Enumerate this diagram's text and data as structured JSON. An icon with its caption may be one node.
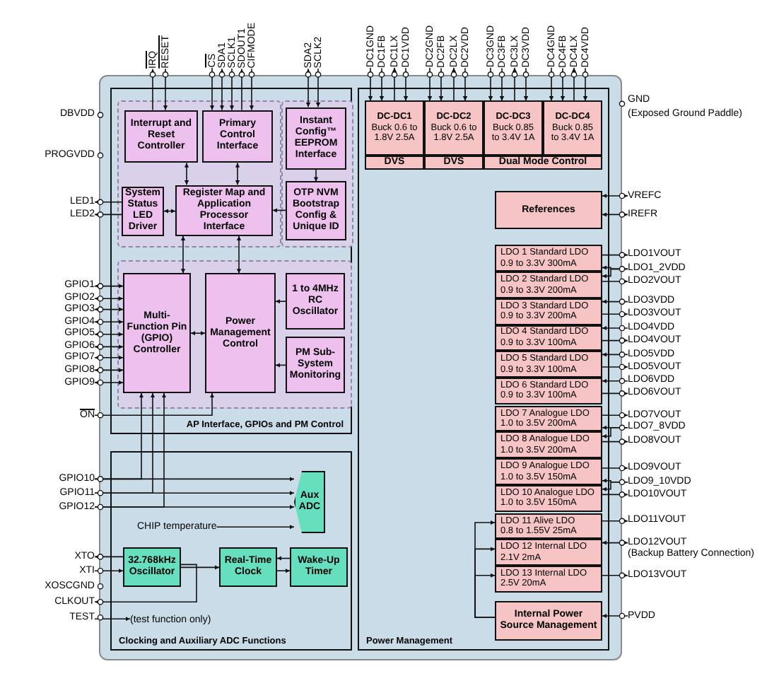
{
  "diagram": {
    "nodes": [
      {
        "text": [],
        "shape": "box"
      },
      {
        "text": [
          "AP Interface, GPIOs and PM Control"
        ],
        "in": 0
      },
      {
        "text": [
          "Interrupt and Reset Controller"
        ],
        "in": 1
      },
      {
        "text": [
          "Primary Control Interface"
        ],
        "in": 1
      },
      {
        "text": [
          "Instant Config™ EEPROM Interface"
        ],
        "in": 1
      },
      {
        "text": [
          "System Status LED Driver"
        ],
        "in": 1
      },
      {
        "text": [
          "Register Map and Application Processor Interface"
        ],
        "in": 1
      },
      {
        "text": [
          "OTP NVM Bootstrap Config & Unique ID"
        ],
        "in": 1
      },
      {
        "text": [
          "Multi-Function Pin (GPIO) Controller"
        ],
        "in": 1
      },
      {
        "text": [
          "Power Management Control"
        ],
        "in": 1
      },
      {
        "text": [
          "1 to 4MHz RC Oscillator"
        ],
        "in": 1
      },
      {
        "text": [
          "PM Sub-System Monitoring"
        ],
        "in": 1
      },
      {
        "text": [
          "Clocking and Auxiliary ADC Functions"
        ],
        "in": 0
      },
      {
        "text": [
          "Aux ADC"
        ],
        "in": 12
      },
      {
        "text": [
          "32.768kHz Oscillator"
        ],
        "in": 12
      },
      {
        "text": [
          "Real-Time Clock"
        ],
        "in": 12
      },
      {
        "text": [
          "Wake-Up Timer"
        ],
        "in": 12
      },
      {
        "text": [
          "CHIP temperature"
        ],
        "in": 12
      },
      {
        "text": [
          "(test function only)"
        ],
        "in": 12
      },
      {
        "text": [
          "Power Management"
        ],
        "in": 0
      },
      {
        "text": [
          "DC-DC1",
          "Buck 0.6 to 1.8V 2.5A"
        ],
        "in": 19
      },
      {
        "text": [
          "DC-DC2",
          "Buck 0.6 to 1.8V 2.5A"
        ],
        "in": 19
      },
      {
        "text": [
          "DC-DC3",
          "Buck 0.85 to 3.4V 1A"
        ],
        "in": 19
      },
      {
        "text": [
          "DC-DC4",
          "Buck 0.85 to 3.4V 1A"
        ],
        "in": 19
      },
      {
        "text": [
          "DVS"
        ],
        "in": 19
      },
      {
        "text": [
          "DVS"
        ],
        "in": 19
      },
      {
        "text": [
          "Dual Mode Control"
        ],
        "in": 19
      },
      {
        "text": [
          "References"
        ],
        "in": 19
      },
      {
        "text": [
          "LDO 1 Standard LDO",
          "0.9 to 3.3V 300mA"
        ],
        "in": 19
      },
      {
        "text": [
          "LDO 2 Standard LDO",
          "0.9 to 3.3V 200mA"
        ],
        "in": 19
      },
      {
        "text": [
          "LDO 3 Standard LDO",
          "0.9 to 3.3V 200mA"
        ],
        "in": 19
      },
      {
        "text": [
          "LDO 4 Standard LDO",
          "0.9 to 3.3V 100mA"
        ],
        "in": 19
      },
      {
        "text": [
          "LDO 5 Standard LDO",
          "0.9 to 3.3V 100mA"
        ],
        "in": 19
      },
      {
        "text": [
          "LDO 6 Standard LDO",
          "0.9 to 3.3V 100mA"
        ],
        "in": 19
      },
      {
        "text": [
          "LDO 7 Analogue LDO",
          "1.0 to 3.5V 200mA"
        ],
        "in": 19
      },
      {
        "text": [
          "LDO 8 Analogue LDO",
          "1.0 to 3.5V 200mA"
        ],
        "in": 19
      },
      {
        "text": [
          "LDO 9 Analogue LDO",
          "1.0 to 3.5V 150mA"
        ],
        "in": 19
      },
      {
        "text": [
          "LDO 10 Analogue LDO",
          "1.0 to 3.5V 150mA"
        ],
        "in": 19
      },
      {
        "text": [
          "LDO 11 Alive LDO",
          "0.8 to 1.55V 25mA"
        ],
        "in": 19
      },
      {
        "text": [
          "LDO 12 Internal LDO",
          "2.1V 2mA"
        ],
        "in": 19
      },
      {
        "text": [
          "LDO 13 Internal LDO",
          "2.5V 20mA"
        ],
        "in": 19
      },
      {
        "text": [
          "Internal Power Source Management"
        ],
        "in": 19
      },
      {
        "text": [
          "IRQ"
        ]
      },
      {
        "text": [
          "RESET"
        ]
      },
      {
        "text": [
          "CS"
        ]
      },
      {
        "text": [
          "SDA1"
        ]
      },
      {
        "text": [
          "SCLK1"
        ]
      },
      {
        "text": [
          "SDOUT1"
        ]
      },
      {
        "text": [
          "CIFMODE"
        ]
      },
      {
        "text": [
          "SDA2"
        ]
      },
      {
        "text": [
          "SCLK2"
        ]
      },
      {
        "text": [
          "DC1GND"
        ]
      },
      {
        "text": [
          "DC1FB"
        ]
      },
      {
        "text": [
          "DC1LX"
        ]
      },
      {
        "text": [
          "DC1VDD"
        ]
      },
      {
        "text": [
          "DC2GND"
        ]
      },
      {
        "text": [
          "DC2FB"
        ]
      },
      {
        "text": [
          "DC2LX"
        ]
      },
      {
        "text": [
          "DC2VDD"
        ]
      },
      {
        "text": [
          "DC3GND"
        ]
      },
      {
        "text": [
          "DC3FB"
        ]
      },
      {
        "text": [
          "DC3LX"
        ]
      },
      {
        "text": [
          "DC3VDD"
        ]
      },
      {
        "text": [
          "DC4GND"
        ]
      },
      {
        "text": [
          "DC4FB"
        ]
      },
      {
        "text": [
          "DC4LX"
        ]
      },
      {
        "text": [
          "DC4VDD"
        ]
      },
      {
        "text": [
          "LED1"
        ]
      },
      {
        "text": [
          "LED2"
        ]
      },
      {
        "text": [
          "GPIO1"
        ]
      },
      {
        "text": [
          "GPIO2"
        ]
      },
      {
        "text": [
          "GPIO3"
        ]
      },
      {
        "text": [
          "GPIO4"
        ]
      },
      {
        "text": [
          "GPIO5"
        ]
      },
      {
        "text": [
          "GPIO6"
        ]
      },
      {
        "text": [
          "GPIO7"
        ]
      },
      {
        "text": [
          "GPIO8"
        ]
      },
      {
        "text": [
          "GPIO9"
        ]
      },
      {
        "text": [
          "ON"
        ]
      },
      {
        "text": [
          "GPIO10"
        ]
      },
      {
        "text": [
          "GPIO11"
        ]
      },
      {
        "text": [
          "GPIO12"
        ]
      },
      {
        "text": [
          "XTO"
        ]
      },
      {
        "text": [
          "XTI"
        ]
      },
      {
        "text": [
          "CLKOUT"
        ]
      },
      {
        "text": [
          "TEST"
        ]
      },
      {
        "text": [
          "VREFC"
        ]
      },
      {
        "text": [
          "IREFR"
        ]
      },
      {
        "text": [
          "LDO1VOUT"
        ]
      },
      {
        "text": [
          "LDO1_2VDD"
        ]
      },
      {
        "text": [
          "LDO2VOUT"
        ]
      },
      {
        "text": [
          "LDO3VDD"
        ]
      },
      {
        "text": [
          "LDO3VOUT"
        ]
      },
      {
        "text": [
          "LDO4VDD"
        ]
      },
      {
        "text": [
          "LDO4VOUT"
        ]
      },
      {
        "text": [
          "LDO5VDD"
        ]
      },
      {
        "text": [
          "LDO5VOUT"
        ]
      },
      {
        "text": [
          "LDO6VDD"
        ]
      },
      {
        "text": [
          "LDO6VOUT"
        ]
      },
      {
        "text": [
          "LDO7VOUT"
        ]
      },
      {
        "text": [
          "LDO7_8VDD"
        ]
      },
      {
        "text": [
          "LDO8VOUT"
        ]
      },
      {
        "text": [
          "LDO9VOUT"
        ]
      },
      {
        "text": [
          "LDO9_10VDD"
        ]
      },
      {
        "text": [
          "LDO10VOUT"
        ]
      },
      {
        "text": [
          "LDO11VOUT"
        ]
      },
      {
        "text": [
          "LDO12VOUT",
          "(Backup Battery Connection)"
        ]
      },
      {
        "text": [
          "LDO13VOUT"
        ]
      },
      {
        "text": [
          "PVDD"
        ]
      }
    ],
    "edges": [
      {
        "from": 2,
        "to": 42,
        "arrow": "to"
      },
      {
        "from": 43,
        "to": 2,
        "arrow": "to"
      },
      {
        "from": 44,
        "to": 3,
        "arrow": "to"
      },
      {
        "from": 45,
        "to": 3,
        "arrow": "both"
      },
      {
        "from": 46,
        "to": 3,
        "arrow": "to"
      },
      {
        "from": 3,
        "to": 47,
        "arrow": "to"
      },
      {
        "from": 48,
        "to": 3,
        "arrow": "to"
      },
      {
        "from": 49,
        "to": 4,
        "arrow": "both"
      },
      {
        "from": 50,
        "to": 4,
        "arrow": "to"
      },
      {
        "from": 51,
        "to": 20,
        "arrow": "to"
      },
      {
        "from": 52,
        "to": 20,
        "arrow": "to"
      },
      {
        "from": 20,
        "to": 53,
        "arrow": "to"
      },
      {
        "from": 54,
        "to": 20,
        "arrow": "to"
      },
      {
        "from": 55,
        "to": 21,
        "arrow": "to"
      },
      {
        "from": 56,
        "to": 21,
        "arrow": "to"
      },
      {
        "from": 21,
        "to": 57,
        "arrow": "to"
      },
      {
        "from": 58,
        "to": 21,
        "arrow": "to"
      },
      {
        "from": 59,
        "to": 22,
        "arrow": "to"
      },
      {
        "from": 60,
        "to": 22,
        "arrow": "to"
      },
      {
        "from": 22,
        "to": 61,
        "arrow": "to"
      },
      {
        "from": 62,
        "to": 22,
        "arrow": "to"
      },
      {
        "from": 63,
        "to": 23,
        "arrow": "to"
      },
      {
        "from": 64,
        "to": 23,
        "arrow": "to"
      },
      {
        "from": 23,
        "to": 65,
        "arrow": "to"
      },
      {
        "from": 66,
        "to": 23,
        "arrow": "to"
      },
      {
        "from": 2,
        "to": 6,
        "arrow": "both"
      },
      {
        "from": 3,
        "to": 6,
        "arrow": "both"
      },
      {
        "from": 4,
        "to": 7,
        "arrow": "to"
      },
      {
        "from": 7,
        "to": 6,
        "arrow": "to"
      },
      {
        "from": 5,
        "to": 6,
        "arrow": "both"
      },
      {
        "from": 5,
        "to": 67,
        "arrow": "to"
      },
      {
        "from": 5,
        "to": 68,
        "arrow": "to"
      },
      {
        "from": 6,
        "to": 8,
        "arrow": "both"
      },
      {
        "from": 6,
        "to": 9,
        "arrow": "both"
      },
      {
        "from": 69,
        "to": 8,
        "arrow": "both"
      },
      {
        "from": 70,
        "to": 8,
        "arrow": "both"
      },
      {
        "from": 71,
        "to": 8,
        "arrow": "both"
      },
      {
        "from": 72,
        "to": 8,
        "arrow": "both"
      },
      {
        "from": 73,
        "to": 8,
        "arrow": "both"
      },
      {
        "from": 74,
        "to": 8,
        "arrow": "both"
      },
      {
        "from": 75,
        "to": 8,
        "arrow": "both"
      },
      {
        "from": 76,
        "to": 8,
        "arrow": "both"
      },
      {
        "from": 77,
        "to": 8,
        "arrow": "both"
      },
      {
        "from": 8,
        "to": 9,
        "arrow": "both"
      },
      {
        "from": 10,
        "to": 9,
        "arrow": "to"
      },
      {
        "from": 11,
        "to": 9,
        "arrow": "to"
      },
      {
        "from": 78,
        "to": 9,
        "arrow": "to"
      },
      {
        "from": 79,
        "to": 8,
        "arrow": "to"
      },
      {
        "from": 80,
        "to": 8,
        "arrow": "to"
      },
      {
        "from": 81,
        "to": 8,
        "arrow": "to"
      },
      {
        "from": 79,
        "to": 13,
        "arrow": "to"
      },
      {
        "from": 80,
        "to": 13,
        "arrow": "to"
      },
      {
        "from": 81,
        "to": 13,
        "arrow": "to"
      },
      {
        "from": 17,
        "to": 13,
        "arrow": "to"
      },
      {
        "from": 14,
        "to": 82,
        "arrow": "to"
      },
      {
        "from": 83,
        "to": 14,
        "arrow": "to"
      },
      {
        "from": 14,
        "to": 15,
        "arrow": "to"
      },
      {
        "from": 14,
        "to": 84,
        "arrow": "to"
      },
      {
        "from": 15,
        "to": 16,
        "arrow": "to"
      },
      {
        "from": 16,
        "to": 15,
        "arrow": "to"
      },
      {
        "from": 85,
        "to": 18,
        "arrow": "to"
      },
      {
        "from": 27,
        "to": 86,
        "arrow": "both"
      },
      {
        "from": 27,
        "to": 87,
        "arrow": "both"
      },
      {
        "from": 28,
        "to": 88,
        "arrow": "to"
      },
      {
        "from": 89,
        "to": 28,
        "arrow": "to"
      },
      {
        "from": 89,
        "to": 29,
        "arrow": "to"
      },
      {
        "from": 29,
        "to": 90,
        "arrow": "to"
      },
      {
        "from": 91,
        "to": 30,
        "arrow": "to"
      },
      {
        "from": 30,
        "to": 92,
        "arrow": "to"
      },
      {
        "from": 93,
        "to": 31,
        "arrow": "to"
      },
      {
        "from": 31,
        "to": 94,
        "arrow": "to"
      },
      {
        "from": 95,
        "to": 32,
        "arrow": "to"
      },
      {
        "from": 32,
        "to": 96,
        "arrow": "to"
      },
      {
        "from": 97,
        "to": 33,
        "arrow": "to"
      },
      {
        "from": 33,
        "to": 98,
        "arrow": "to"
      },
      {
        "from": 34,
        "to": 99,
        "arrow": "to"
      },
      {
        "from": 100,
        "to": 34,
        "arrow": "to"
      },
      {
        "from": 100,
        "to": 35,
        "arrow": "to"
      },
      {
        "from": 35,
        "to": 101,
        "arrow": "to"
      },
      {
        "from": 36,
        "to": 102,
        "arrow": "to"
      },
      {
        "from": 103,
        "to": 36,
        "arrow": "to"
      },
      {
        "from": 103,
        "to": 37,
        "arrow": "to"
      },
      {
        "from": 37,
        "to": 104,
        "arrow": "to"
      },
      {
        "from": 38,
        "to": 105,
        "arrow": "to"
      },
      {
        "from": 39,
        "to": 106,
        "arrow": "both"
      },
      {
        "from": 40,
        "to": 107,
        "arrow": "to"
      },
      {
        "from": 108,
        "to": 41,
        "arrow": "to"
      },
      {
        "from": 41,
        "to": 38,
        "arrow": "to"
      },
      {
        "from": 41,
        "to": 39,
        "arrow": "to"
      },
      {
        "from": 41,
        "to": 40,
        "arrow": "to"
      }
    ],
    "labels": [
      "DBVDD",
      "PROGVDD",
      "XOSCGND",
      "GND",
      "(Exposed Ground Paddle)"
    ]
  }
}
